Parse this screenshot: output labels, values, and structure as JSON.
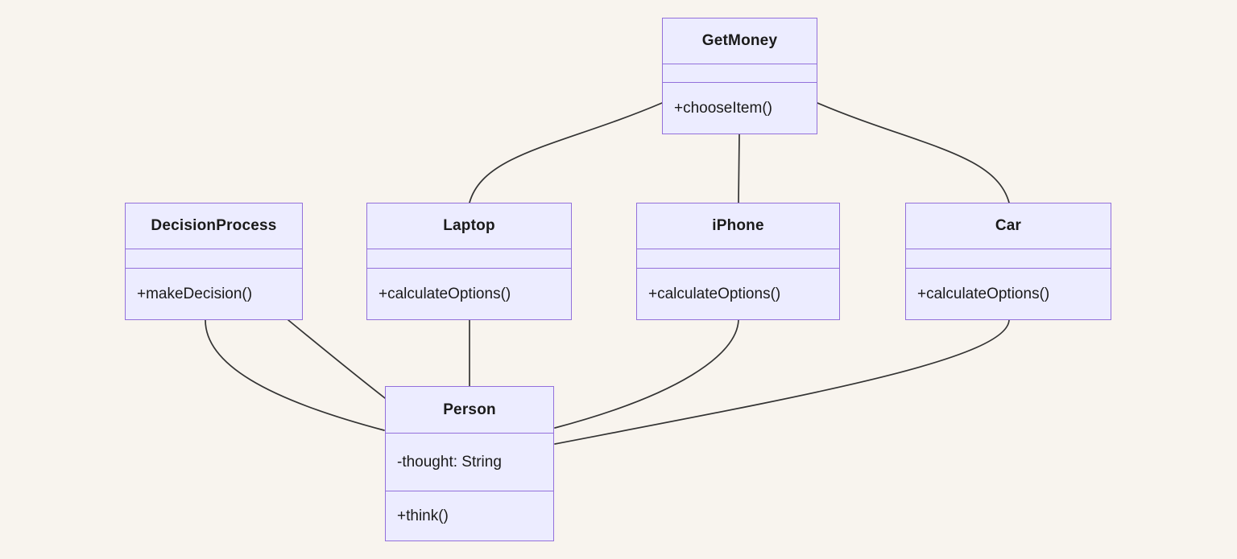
{
  "diagram": {
    "type": "uml-class-diagram",
    "background_color": "#f8f4ee",
    "node_fill_color": "#ECECFF",
    "node_border_color": "#9370DB",
    "edge_color": "#333333",
    "classes": [
      {
        "name": "GetMoney",
        "attributes": [],
        "methods": [
          "+chooseItem()"
        ]
      },
      {
        "name": "DecisionProcess",
        "attributes": [],
        "methods": [
          "+makeDecision()"
        ]
      },
      {
        "name": "Laptop",
        "attributes": [],
        "methods": [
          "+calculateOptions()"
        ]
      },
      {
        "name": "iPhone",
        "attributes": [],
        "methods": [
          "+calculateOptions()"
        ]
      },
      {
        "name": "Car",
        "attributes": [],
        "methods": [
          "+calculateOptions()"
        ]
      },
      {
        "name": "Person",
        "attributes": [
          "-thought: String"
        ],
        "methods": [
          "+think()"
        ]
      }
    ],
    "relationships": [
      {
        "from": "GetMoney",
        "to": "Laptop"
      },
      {
        "from": "GetMoney",
        "to": "iPhone"
      },
      {
        "from": "GetMoney",
        "to": "Car"
      },
      {
        "from": "DecisionProcess",
        "to": "Person"
      },
      {
        "from": "DecisionProcess",
        "to": "Person"
      },
      {
        "from": "Laptop",
        "to": "Person"
      },
      {
        "from": "iPhone",
        "to": "Person"
      },
      {
        "from": "Car",
        "to": "Person"
      }
    ]
  }
}
